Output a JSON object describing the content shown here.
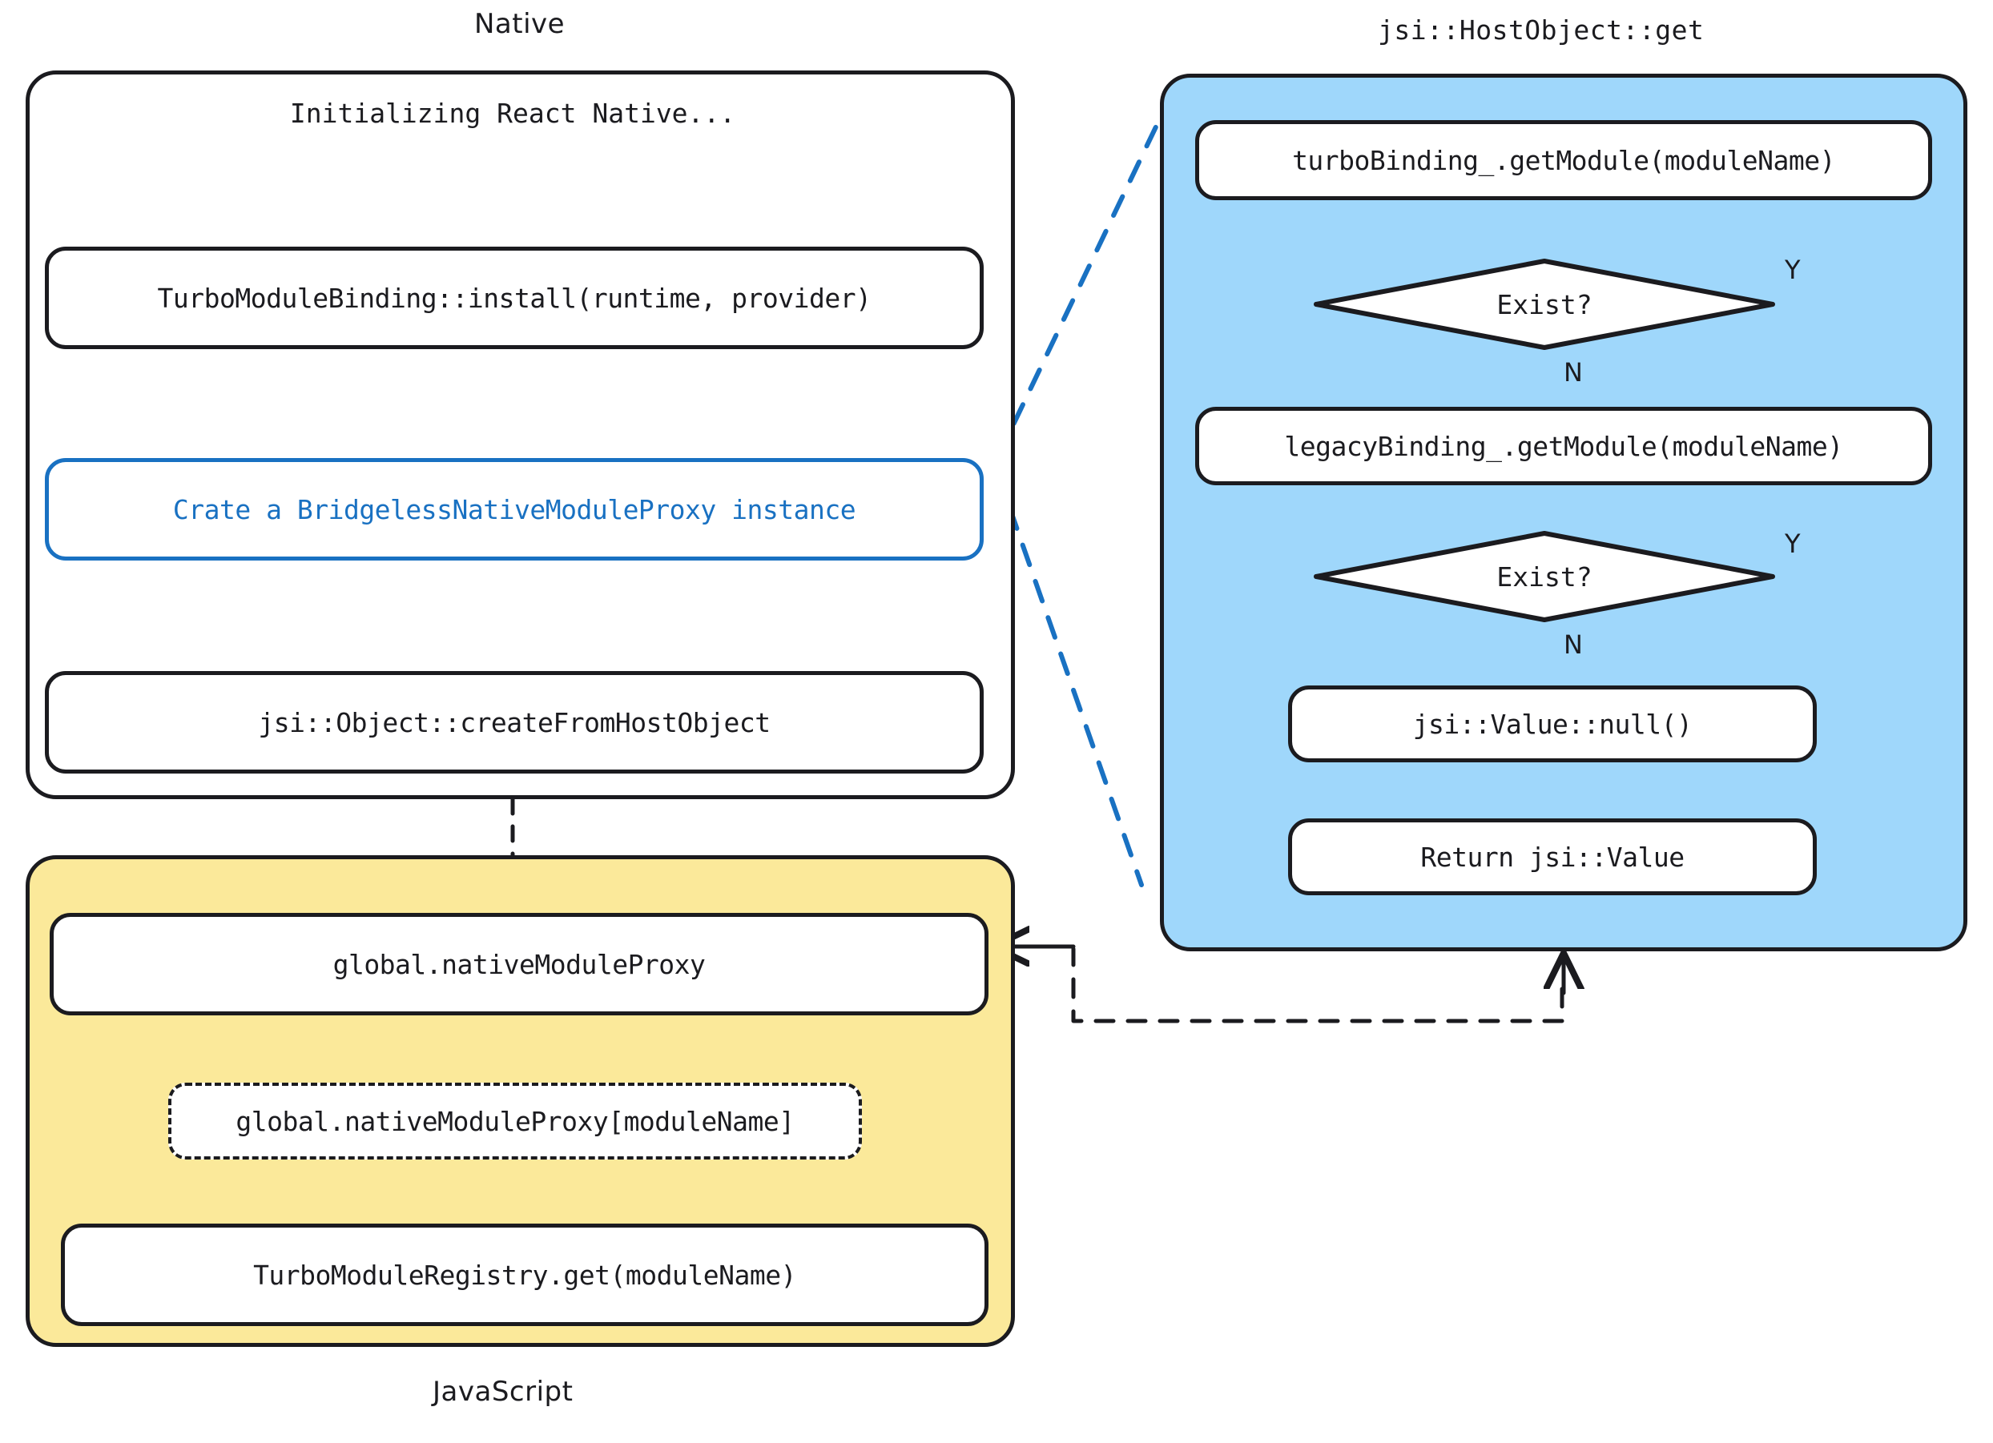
{
  "diagram": {
    "title_native": "Native",
    "title_javascript": "JavaScript",
    "title_hostobject": "jsi::HostObject::get",
    "colors": {
      "accent_blue": "#1971c2",
      "panel_blue": "#9fd7fb",
      "panel_yellow": "#fbe99a",
      "stroke": "#1b1b1f"
    }
  },
  "native": {
    "step_init": "Initializing React Native...",
    "step_install": "TurboModuleBinding::install(runtime, provider)",
    "step_proxy": "Crate a BridgelessNativeModuleProxy instance",
    "step_createhost": "jsi::Object::createFromHostObject"
  },
  "javascript": {
    "node_proxy": "global.nativeModuleProxy",
    "node_proxy_lookup": "global.nativeModuleProxy[moduleName]",
    "node_registry": "TurboModuleRegistry.get(moduleName)"
  },
  "hostobject": {
    "node_turbo": "turboBinding_.getModule(moduleName)",
    "decision_1": "Exist?",
    "decision_1_yes": "Y",
    "decision_1_no": "N",
    "node_legacy": "legacyBinding_.getModule(moduleName)",
    "decision_2": "Exist?",
    "decision_2_yes": "Y",
    "decision_2_no": "N",
    "node_null": "jsi::Value::null()",
    "node_return": "Return jsi::Value"
  }
}
